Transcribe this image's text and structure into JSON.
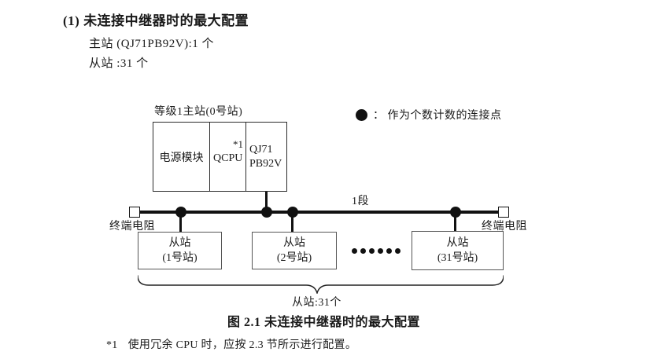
{
  "page": {
    "heading": "(1) 未连接中继器时的最大配置",
    "spec_line1": "主站 (QJ71PB92V):1 个",
    "spec_line2": "从站 :31 个"
  },
  "legend": {
    "symbol": "filled-circle",
    "text": "： 作为个数计数的连接点"
  },
  "diagram": {
    "master_label": "等级1主站(0号站)",
    "master_modules": {
      "power": "电源模块",
      "cpu": "QCPU",
      "cpu_note": "*1",
      "pb_line1": "QJ71",
      "pb_line2": "PB92V"
    },
    "segment_label": "1段",
    "terminator_left": "终端电阻",
    "terminator_right": "终端电阻",
    "slaves": [
      {
        "line1": "从站",
        "line2": "(1号站)"
      },
      {
        "line1": "从站",
        "line2": "(2号站)"
      },
      {
        "line1": "从站",
        "line2": "(31号站)"
      }
    ],
    "brace_label": "从站:31个"
  },
  "caption": "图 2.1 未连接中继器时的最大配置",
  "footnote": {
    "marker": "*1",
    "text": "使用冗余 CPU 时，应按 2.3 节所示进行配置。"
  },
  "colors": {
    "ink": "#1a1a1a",
    "line": "#111111",
    "slave_box_border": "#555555"
  }
}
